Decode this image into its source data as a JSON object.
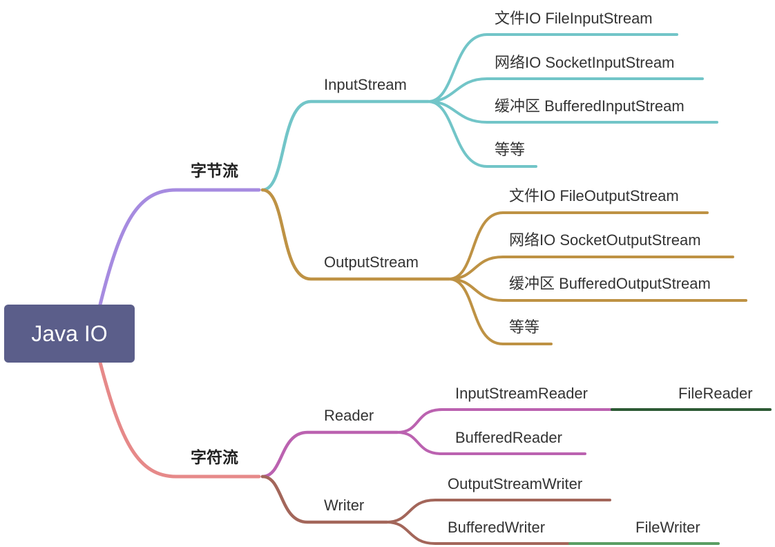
{
  "root": {
    "label": "Java IO",
    "color": "#5B5E8A"
  },
  "colors": {
    "byte_stream": "#A68BE0",
    "char_stream": "#E68989",
    "input_stream": "#72C5C8",
    "output_stream": "#BE9244",
    "reader": "#BB62B0",
    "writer": "#A3665A",
    "file_reader": "#2D5A34",
    "file_writer": "#5A9E63"
  },
  "byte_stream": {
    "label": "字节流",
    "input": {
      "label": "InputStream",
      "children": [
        "文件IO FileInputStream",
        "网络IO SocketInputStream",
        "缓冲区 BufferedInputStream",
        "等等"
      ]
    },
    "output": {
      "label": "OutputStream",
      "children": [
        "文件IO FileOutputStream",
        "网络IO SocketOutputStream",
        "缓冲区 BufferedOutputStream",
        "等等"
      ]
    }
  },
  "char_stream": {
    "label": "字符流",
    "reader": {
      "label": "Reader",
      "input_stream_reader": "InputStreamReader",
      "file_reader": "FileReader",
      "buffered_reader": "BufferedReader"
    },
    "writer": {
      "label": "Writer",
      "output_stream_writer": "OutputStreamWriter",
      "buffered_writer": "BufferedWriter",
      "file_writer": "FileWriter"
    }
  }
}
